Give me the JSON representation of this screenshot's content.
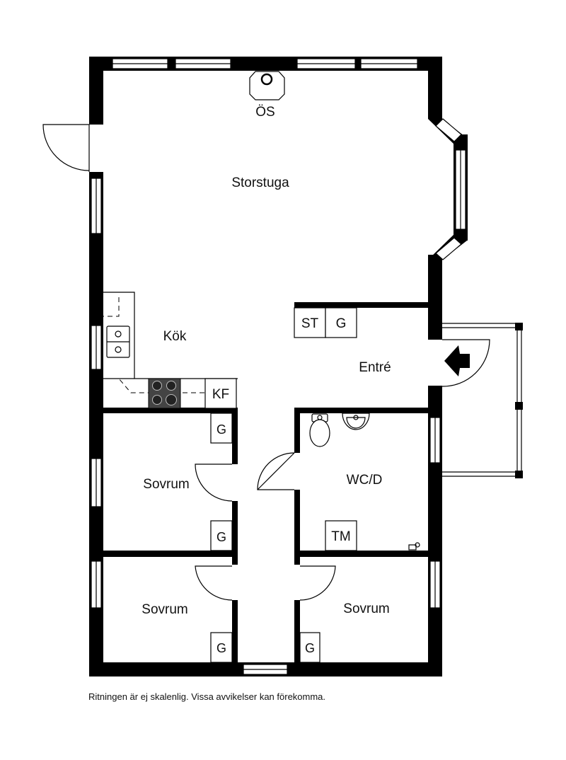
{
  "rooms": {
    "storstuga": "Storstuga",
    "kok": "Kök",
    "entre": "Entré",
    "wc": "WC/D",
    "sovrum_1": "Sovrum",
    "sovrum_2": "Sovrum",
    "sovrum_3": "Sovrum"
  },
  "fixtures": {
    "oven_label": "ÖS",
    "storage_label": "ST",
    "wardrobe_label": "G",
    "fridge_freezer_label": "KF",
    "washer_label": "TM"
  },
  "disclaimer": "Ritningen är ej skalenlig. Vissa avvikelser kan förekomma."
}
